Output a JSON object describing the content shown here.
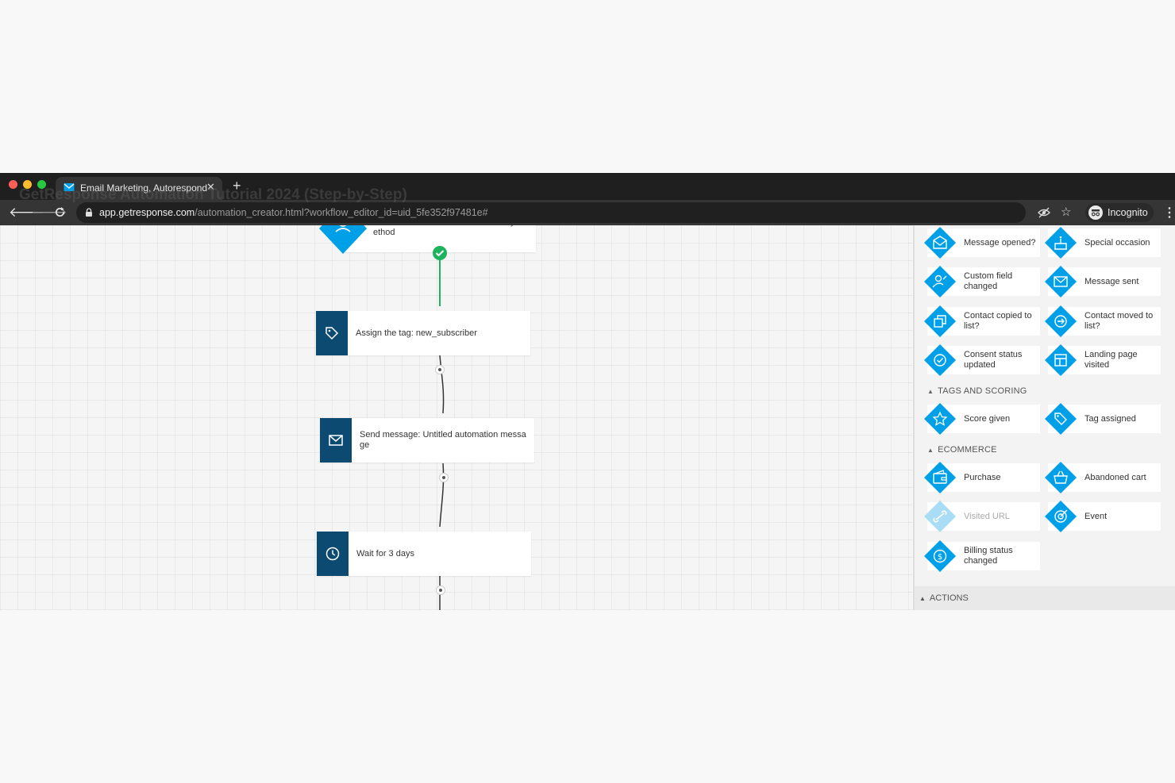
{
  "browser": {
    "tab_title": "Email Marketing, Autoresponde",
    "overlay_title": "GetResponse Automation Tutorial 2024 (Step-by-Step)",
    "url_host": "app.getresponse.com",
    "url_path": "/automation_creator.html?workflow_editor_id=uid_5fe352f97481e#",
    "profile_label": "Incognito",
    "colors": {
      "close": "#ff5f57",
      "minimize": "#febc2e",
      "zoom": "#28c840"
    }
  },
  "workflow": {
    "top_node_text": "Subscribed to meticstutorials via any m ethod",
    "nodes": [
      {
        "icon": "tag-icon",
        "text": "Assign the tag: new_subscriber"
      },
      {
        "icon": "envelope-icon",
        "text": "Send message: Untitled automation messa ge"
      },
      {
        "icon": "clock-icon",
        "text": "Wait for 3 days"
      }
    ],
    "colors": {
      "node_icon_bg": "#0d4a72",
      "connector_green": "#1db35c",
      "diamond_blue": "#00a0e9"
    }
  },
  "panel": {
    "items_top": [
      {
        "label": "Message opened?",
        "icon": "envelope-open-icon"
      },
      {
        "label": "Special occasion",
        "icon": "cake-icon"
      },
      {
        "label": "Custom field changed",
        "icon": "user-edit-icon"
      },
      {
        "label": "Message sent",
        "icon": "envelope-send-icon"
      },
      {
        "label": "Contact copied to list?",
        "icon": "copy-icon"
      },
      {
        "label": "Contact moved to list?",
        "icon": "move-icon"
      },
      {
        "label": "Consent status updated",
        "icon": "check-circle-icon"
      },
      {
        "label": "Landing page visited",
        "icon": "layout-icon"
      }
    ],
    "section_tags": "TAGS AND SCORING",
    "items_tags": [
      {
        "label": "Score given",
        "icon": "star-icon"
      },
      {
        "label": "Tag assigned",
        "icon": "tag-icon"
      }
    ],
    "section_ecommerce": "ECOMMERCE",
    "items_ecommerce": [
      {
        "label": "Purchase",
        "icon": "wallet-icon"
      },
      {
        "label": "Abandoned cart",
        "icon": "basket-icon"
      },
      {
        "label": "Visited URL",
        "icon": "link-icon"
      },
      {
        "label": "Event",
        "icon": "target-icon"
      },
      {
        "label": "Billing status changed",
        "icon": "dollar-cycle-icon"
      }
    ],
    "section_actions": "ACTIONS"
  }
}
